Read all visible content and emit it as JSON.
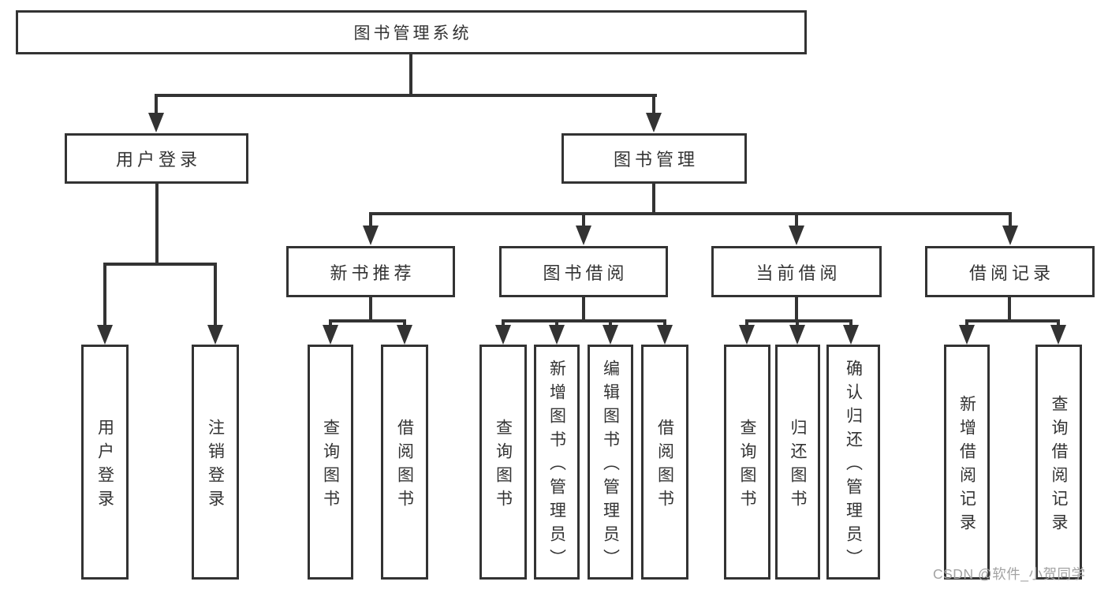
{
  "diagram_title": "图书管理系统",
  "tree": {
    "label": "图书管理系统",
    "children": [
      {
        "label": "用户登录",
        "children": [
          {
            "label": "用户登录"
          },
          {
            "label": "注销登录"
          }
        ]
      },
      {
        "label": "图书管理",
        "children": [
          {
            "label": "新书推荐",
            "children": [
              {
                "label": "查询图书"
              },
              {
                "label": "借阅图书"
              }
            ]
          },
          {
            "label": "图书借阅",
            "children": [
              {
                "label": "查询图书"
              },
              {
                "label": "新增图书（管理员）"
              },
              {
                "label": "编辑图书（管理员）"
              },
              {
                "label": "借阅图书"
              }
            ]
          },
          {
            "label": "当前借阅",
            "children": [
              {
                "label": "查询图书"
              },
              {
                "label": "归还图书"
              },
              {
                "label": "确认归还（管理员）"
              }
            ]
          },
          {
            "label": "借阅记录",
            "children": [
              {
                "label": "新增借阅记录"
              },
              {
                "label": "查询借阅记录"
              }
            ]
          }
        ]
      }
    ]
  },
  "watermark": {
    "text": "CSDN @软件_小贺同学"
  },
  "colors": {
    "line": "#333333",
    "text": "#333333",
    "background": "#ffffff",
    "watermark": "#a3a3a3"
  }
}
